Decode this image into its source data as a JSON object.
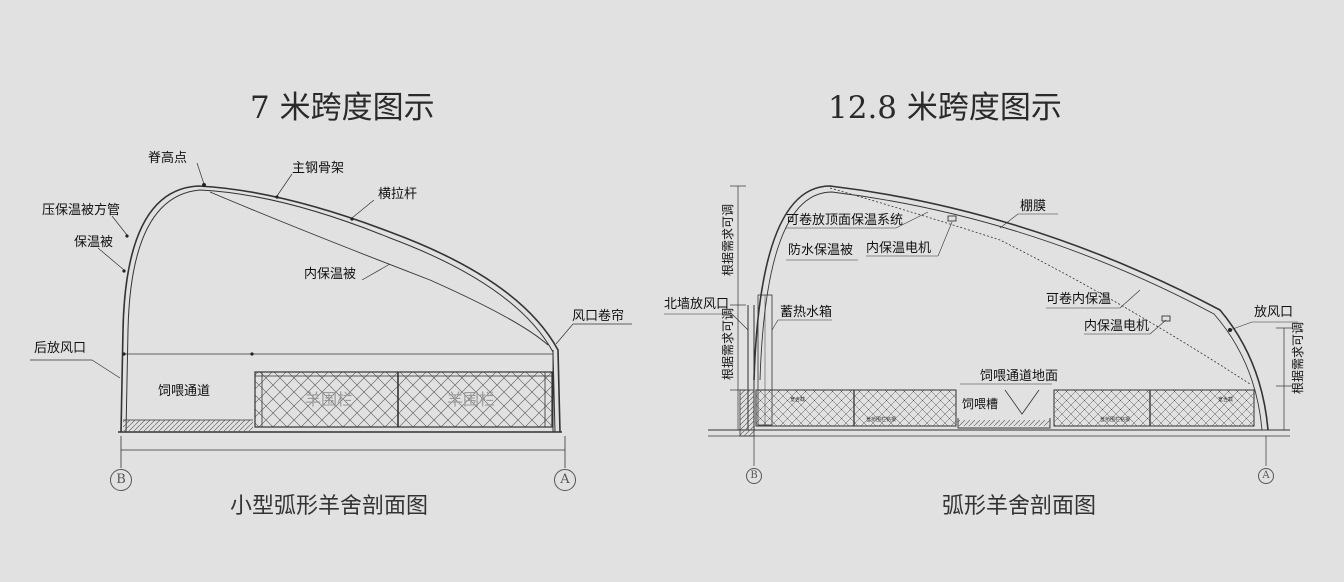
{
  "left": {
    "title": "7 米跨度图示",
    "caption": "小型弧形羊舍剖面图",
    "labels": {
      "ridge": "脊高点",
      "main_steel": "主钢骨架",
      "tie_rod": "横拉杆",
      "press_tube": "压保温被方管",
      "quilt": "保温被",
      "inner_quilt": "内保温被",
      "rear_vent": "后放风口",
      "vent_roll": "风口卷帘",
      "feed_aisle": "饲喂通道",
      "pen1": "羊围栏",
      "pen2": "羊围栏"
    },
    "axis_b": "B",
    "axis_a": "A"
  },
  "right": {
    "title": "12.8 米跨度图示",
    "caption": "弧形羊舍剖面图",
    "labels": {
      "roll_top": "可卷放顶面保温系统",
      "waterproof": "防水保温被",
      "motor1": "内保温电机",
      "film": "棚膜",
      "north_vent": "北墙放风口",
      "water_tank": "蓄热水箱",
      "roll_inner": "可卷内保温",
      "motor2": "内保温电机",
      "vent": "放风口",
      "feed_floor": "饲喂通道地面",
      "trough": "饲喂槽",
      "adjust1": "根据需求可调",
      "adjust2": "根据需求可调",
      "adjust3": "根据需求可调",
      "tiny1": "宽含截",
      "tiny2": "羞桥围栏铭报",
      "tiny3": "羞桥围栏铭报",
      "tiny4": "宽含截"
    },
    "axis_b": "B",
    "axis_a": "A"
  }
}
